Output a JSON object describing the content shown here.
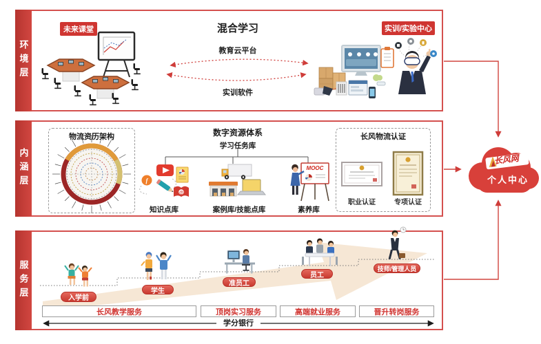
{
  "layer_env": {
    "label": "环境层",
    "future_classroom_badge": "未来课堂",
    "title": "混合学习",
    "cloud_platform_label": "教育云平台",
    "training_software_label": "实训软件",
    "training_center_badge": "实训/实验中心"
  },
  "layer_content": {
    "label": "内涵层",
    "framework_title": "物流资历架构",
    "resource_title": "数字资源体系",
    "task_library": "学习任务库",
    "knowledge_library": "知识点库",
    "case_library": "案例库/技能点库",
    "quality_library": "素养库",
    "mooc_text": "MOOC",
    "cert_title": "长风物流认证",
    "cert_career": "职业认证",
    "cert_special": "专项认证"
  },
  "layer_service": {
    "label": "服务层",
    "stages": [
      {
        "label": "入学前"
      },
      {
        "label": "学生"
      },
      {
        "label": "准员工"
      },
      {
        "label": "员工"
      },
      {
        "label": "技师/管理人员"
      }
    ],
    "services": [
      {
        "label": "长风教学服务"
      },
      {
        "label": "顶岗实习服务"
      },
      {
        "label": "高端就业服务"
      },
      {
        "label": "晋升转岗服务"
      }
    ],
    "credit_bank_label": "学分银行"
  },
  "cloud": {
    "logo_text": "长风网",
    "center_label": "个人中心"
  },
  "colors": {
    "primary_red": "#cf3d3a",
    "badge_red": "#d94a40",
    "beige_arrow": "#f6e7d5"
  }
}
